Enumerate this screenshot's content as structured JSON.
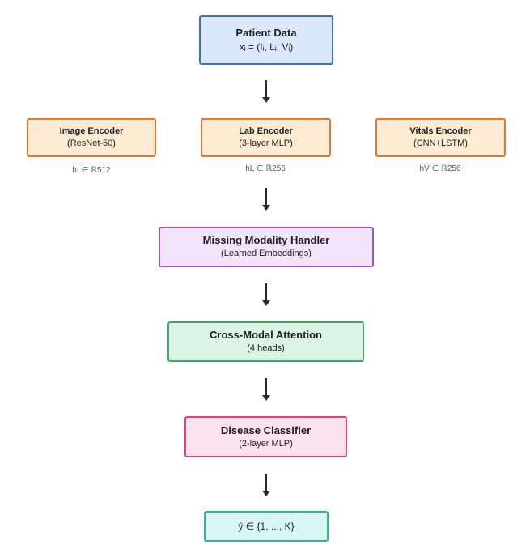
{
  "patient": {
    "title": "Patient Data",
    "formula": "xᵢ = (Iᵢ, Lᵢ, Vᵢ)"
  },
  "encoders": [
    {
      "title": "Image Encoder",
      "subtitle": "(ResNet-50)",
      "dim": "hI ∈ ℝ512"
    },
    {
      "title": "Lab Encoder",
      "subtitle": "(3-layer MLP)",
      "dim": "hL ∈ ℝ256"
    },
    {
      "title": "Vitals Encoder",
      "subtitle": "(CNN+LSTM)",
      "dim": "hV ∈ ℝ256"
    }
  ],
  "missing": {
    "title": "Missing Modality Handler",
    "subtitle": "(Learned Embeddings)"
  },
  "attention": {
    "title": "Cross-Modal Attention",
    "subtitle": "(4 heads)"
  },
  "classifier": {
    "title": "Disease Classifier",
    "subtitle": "(2-layer MLP)"
  },
  "output": {
    "text": "ŷ ∈ {1, ..., K}"
  },
  "colors": {
    "blue": "#3f6fb5",
    "orange": "#e0792c",
    "purple": "#a352c9",
    "green": "#3aab66",
    "pink": "#d6457f",
    "teal": "#2fb3a3"
  }
}
